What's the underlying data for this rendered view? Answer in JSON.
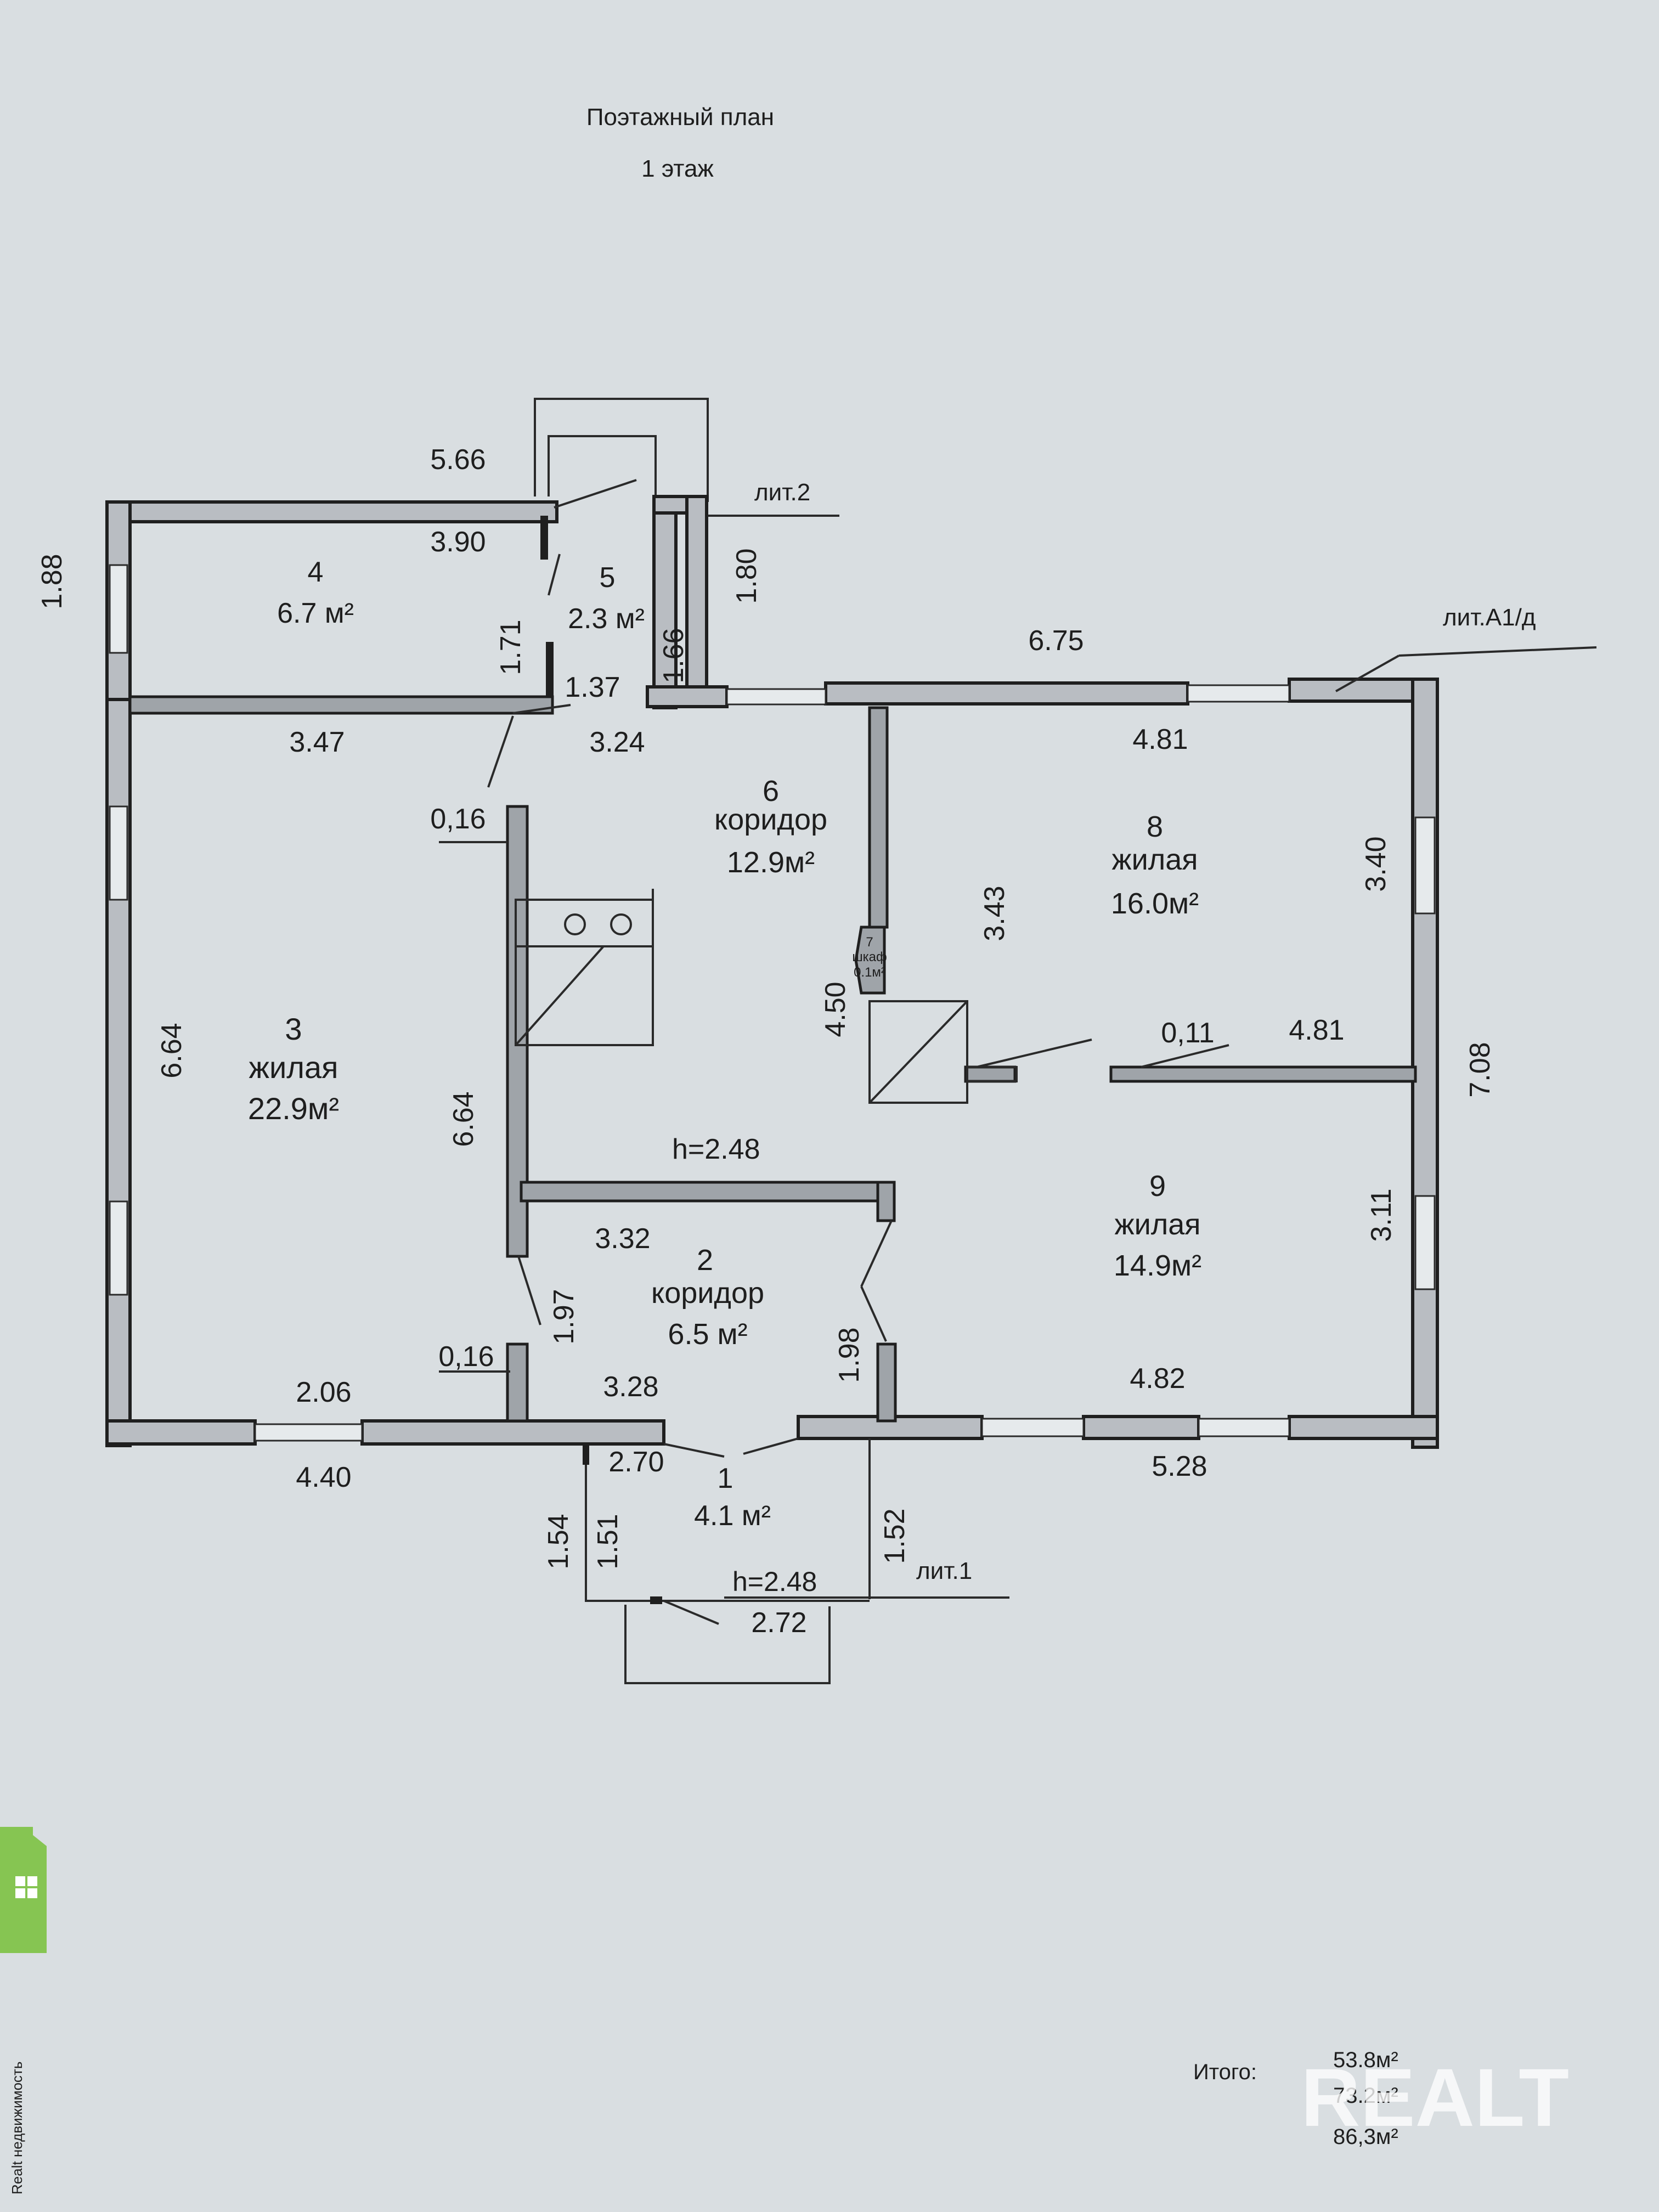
{
  "document": {
    "title": "Поэтажный план",
    "subtitle": "1 этаж"
  },
  "rooms": {
    "r1": {
      "num": "1",
      "area": "4.1 м²"
    },
    "r2": {
      "num": "2",
      "name": "коридор",
      "area": "6.5 м²"
    },
    "r3": {
      "num": "3",
      "name": "жилая",
      "area": "22.9м²"
    },
    "r4": {
      "num": "4",
      "area": "6.7 м²"
    },
    "r5": {
      "num": "5",
      "area": "2.3 м²"
    },
    "r6": {
      "num": "6",
      "name": "коридор",
      "area": "12.9м²"
    },
    "r7": {
      "num": "7",
      "name": "шкаф",
      "area": "0.1м²"
    },
    "r8": {
      "num": "8",
      "name": "жилая",
      "area": "16.0м²"
    },
    "r9": {
      "num": "9",
      "name": "жилая",
      "area": "14.9м²"
    }
  },
  "annotations": {
    "lit2": "лит.2",
    "litA1d": "лит.А1/д",
    "lit1": "лит.1",
    "height_1": "h=2.48",
    "height_2": "h=2.48"
  },
  "dims": {
    "d566": "5.66",
    "d188": "1.88",
    "d390": "3.90",
    "d171": "1.71",
    "d180": "1.80",
    "d166": "1.66",
    "d137": "1.37",
    "d675": "6.75",
    "d347": "3.47",
    "d324": "3.24",
    "d481a": "4.81",
    "d016a": "0,16",
    "d340": "3.40",
    "d343": "3.43",
    "d450": "4.50",
    "d011": "0,11",
    "d481b": "4.81",
    "d708": "7.08",
    "d664a": "6.64",
    "d664b": "6.64",
    "d332": "3.32",
    "d311": "3.11",
    "d197": "1.97",
    "d198": "1.98",
    "d016b": "0,16",
    "d328": "3.28",
    "d482": "4.82",
    "d206": "2.06",
    "d440": "4.40",
    "d270": "2.70",
    "d528": "5.28",
    "d154": "1.54",
    "d151": "1.51",
    "d152": "1.52",
    "d272": "2.72"
  },
  "totals": {
    "label": "Итого:",
    "v1": "53.8м²",
    "v2": "73.2м²",
    "v3": "86,3м²"
  },
  "watermark": {
    "brand": "REALT",
    "side_text": "Realt недвижимость"
  },
  "colors": {
    "paper": "#d9dee1",
    "ink": "#1f1f1f",
    "wall_fill": "#b9bdc2",
    "logo_green": "#7cc242"
  }
}
